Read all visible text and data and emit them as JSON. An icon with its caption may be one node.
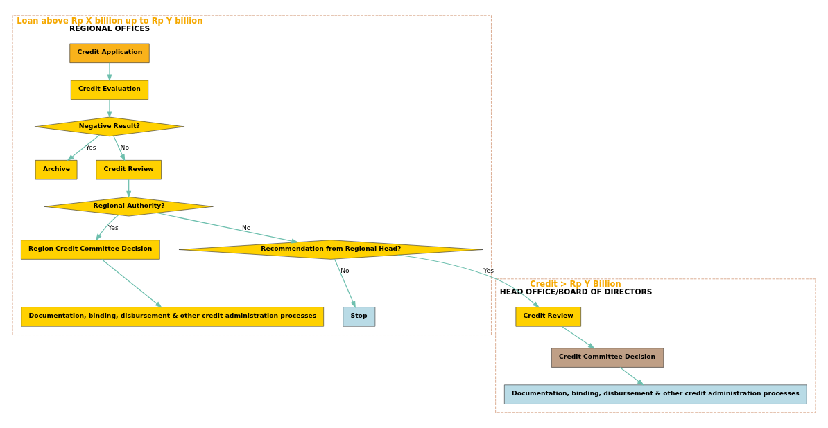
{
  "diagram": {
    "nodes": [
      {
        "text": [
          "Loan above Rp X billion up to Rp Y billion",
          "REGIONAL OFFICES"
        ]
      },
      {
        "text": [
          "Credit Application"
        ],
        "in": 0
      },
      {
        "text": [
          "Credit Evaluation"
        ],
        "in": 0
      },
      {
        "text": [
          "Negative Result?"
        ],
        "in": 0
      },
      {
        "text": [
          "Archive"
        ],
        "in": 0
      },
      {
        "text": [
          "Credit Review"
        ],
        "in": 0
      },
      {
        "text": [
          "Regional Authority?"
        ],
        "in": 0
      },
      {
        "text": [
          "Region Credit Committee Decision"
        ],
        "in": 0
      },
      {
        "text": [
          "Documentation, binding, disbursement & other credit administration processes"
        ],
        "in": 0
      },
      {
        "text": [
          "Recommendation from Regional Head?"
        ],
        "in": 0
      },
      {
        "text": [
          "Stop"
        ],
        "in": 0
      },
      {
        "text": [
          "Credit > Rp Y Billion",
          "HEAD OFFICE/BOARD OF DIRECTORS"
        ]
      },
      {
        "text": [
          "Credit Review"
        ],
        "in": 11
      },
      {
        "text": [
          "Credit Committee Decision"
        ],
        "in": 11
      },
      {
        "text": [
          "Documentation, binding, disbursement & other credit administration processes"
        ],
        "in": 11
      }
    ],
    "edges": [
      {
        "from": 1,
        "to": 2,
        "arrow": "to"
      },
      {
        "from": 2,
        "to": 3,
        "arrow": "to"
      },
      {
        "from": 3,
        "to": 5,
        "arrow": "to",
        "label": "No"
      },
      {
        "from": 3,
        "to": 4,
        "arrow": "to",
        "label": "Yes"
      },
      {
        "from": 5,
        "to": 6,
        "arrow": "to"
      },
      {
        "from": 6,
        "to": 7,
        "arrow": "to",
        "label": "Yes"
      },
      {
        "from": 6,
        "to": 9,
        "arrow": "to",
        "label": "No"
      },
      {
        "from": 7,
        "to": 8,
        "arrow": "to"
      },
      {
        "from": 9,
        "to": 10,
        "arrow": "to",
        "label": "No"
      },
      {
        "from": 9,
        "to": 12,
        "arrow": "to",
        "label": "Yes"
      },
      {
        "from": 12,
        "to": 13,
        "arrow": "to"
      },
      {
        "from": 13,
        "to": 14,
        "arrow": "to"
      }
    ]
  }
}
